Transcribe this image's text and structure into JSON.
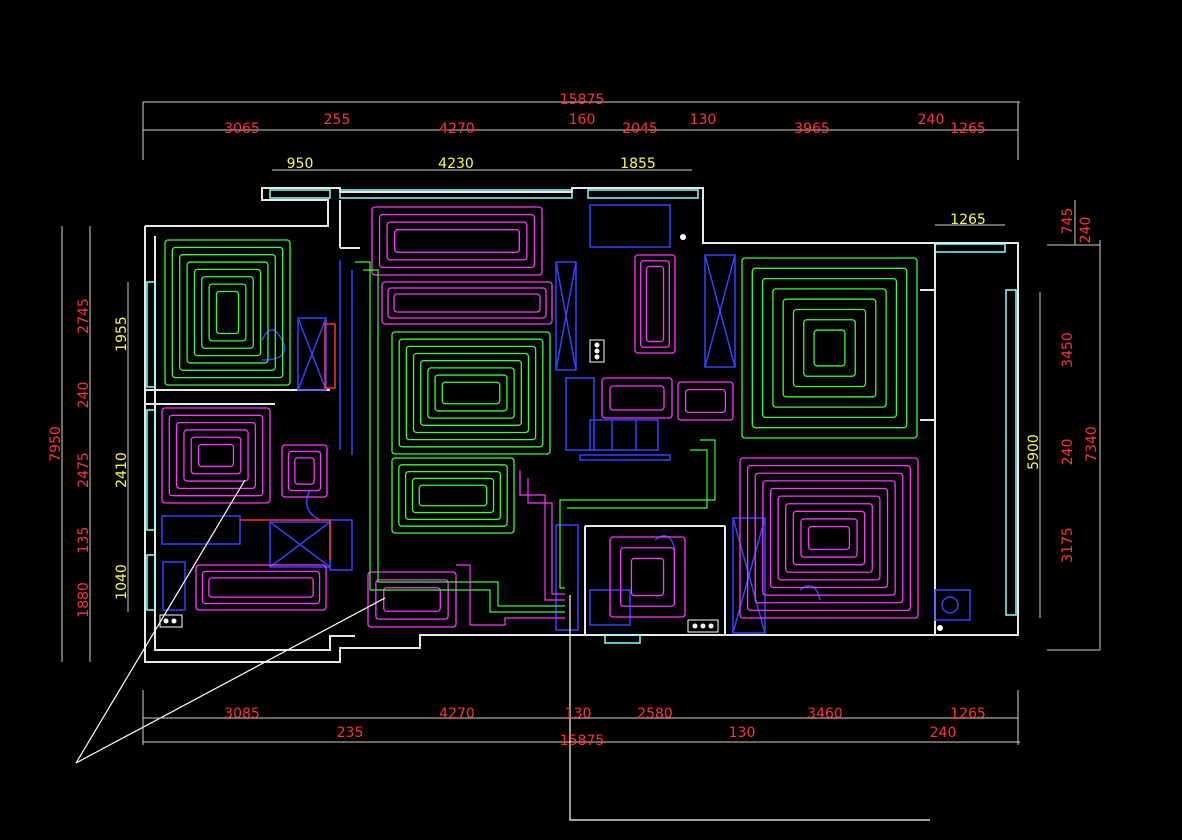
{
  "drawing": {
    "background": "#000000",
    "colors": {
      "wall": "#e8e8e8",
      "dimension_red": "#ff3333",
      "dimension_yellow": "#ffff33",
      "dimension_line": "#d0d0d0",
      "pipe_green": "#33ff33",
      "pipe_magenta": "#ff33ff",
      "furniture_blue": "#3344ff",
      "window_cyan": "#88ffff",
      "leader_white": "#ffffff"
    },
    "top_overall": "15875",
    "top_segments": [
      "3065",
      "255",
      "4270",
      "160",
      "2045",
      "130",
      "3965",
      "240",
      "1265"
    ],
    "top_inner": [
      "950",
      "4230",
      "1855"
    ],
    "top_right_small": "1265",
    "bottom_segments_upper": [
      "3085",
      "4270",
      "130",
      "2580",
      "3460",
      "1265"
    ],
    "bottom_segments_lower": [
      "235",
      "130",
      "240"
    ],
    "bottom_overall": "15875",
    "left_overall": "7950",
    "left_segments": [
      "2745",
      "240",
      "2475",
      "135",
      "1880"
    ],
    "left_inner": [
      "1955",
      "2410",
      "1040"
    ],
    "right_segments": [
      "745",
      "240",
      "3450",
      "240",
      "3175"
    ],
    "right_overall": "7340",
    "right_inner": "5900"
  }
}
